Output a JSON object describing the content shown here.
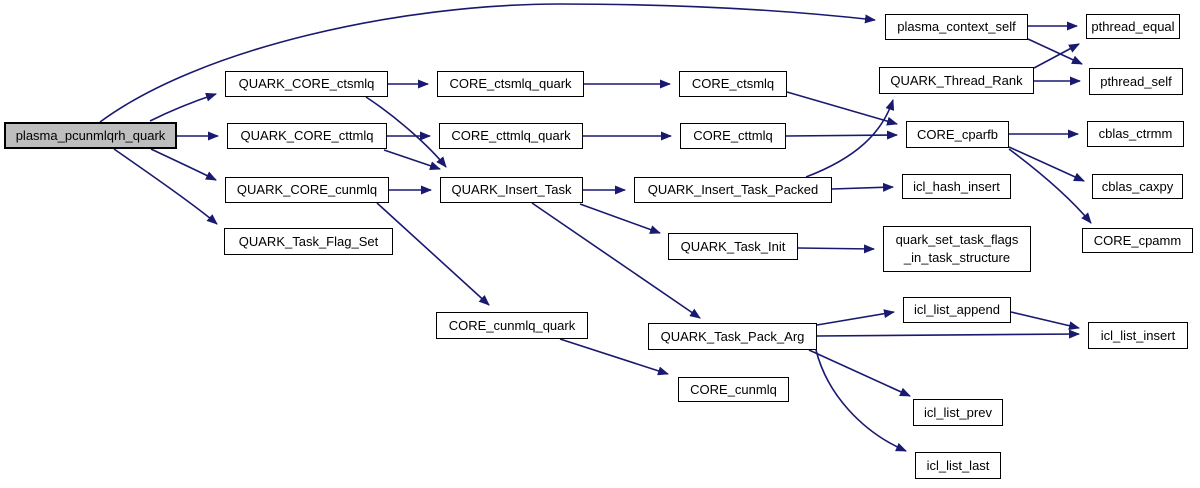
{
  "diagram": {
    "type": "call-graph",
    "background_color": "#ffffff",
    "edge_color": "#191970",
    "node_fill": "#ffffff",
    "node_border_color": "#000000",
    "root_node_fill": "#bebebe",
    "nodes": [
      {
        "id": "plasma_pcunmlqrh_quark",
        "label": "plasma_pcunmlqrh_quark",
        "root": true
      },
      {
        "id": "QUARK_CORE_ctsmlq",
        "label": "QUARK_CORE_ctsmlq"
      },
      {
        "id": "QUARK_CORE_cttmlq",
        "label": "QUARK_CORE_cttmlq"
      },
      {
        "id": "QUARK_CORE_cunmlq",
        "label": "QUARK_CORE_cunmlq"
      },
      {
        "id": "QUARK_Task_Flag_Set",
        "label": "QUARK_Task_Flag_Set"
      },
      {
        "id": "CORE_ctsmlq_quark",
        "label": "CORE_ctsmlq_quark"
      },
      {
        "id": "CORE_cttmlq_quark",
        "label": "CORE_cttmlq_quark"
      },
      {
        "id": "QUARK_Insert_Task",
        "label": "QUARK_Insert_Task"
      },
      {
        "id": "CORE_cunmlq_quark",
        "label": "CORE_cunmlq_quark"
      },
      {
        "id": "CORE_ctsmlq",
        "label": "CORE_ctsmlq"
      },
      {
        "id": "CORE_cttmlq",
        "label": "CORE_cttmlq"
      },
      {
        "id": "QUARK_Insert_Task_Packed",
        "label": "QUARK_Insert_Task_Packed"
      },
      {
        "id": "QUARK_Task_Init",
        "label": "QUARK_Task_Init"
      },
      {
        "id": "QUARK_Task_Pack_Arg",
        "label": "QUARK_Task_Pack_Arg"
      },
      {
        "id": "CORE_cunmlq",
        "label": "CORE_cunmlq"
      },
      {
        "id": "plasma_context_self",
        "label": "plasma_context_self"
      },
      {
        "id": "QUARK_Thread_Rank",
        "label": "QUARK_Thread_Rank"
      },
      {
        "id": "CORE_cparfb",
        "label": "CORE_cparfb"
      },
      {
        "id": "icl_hash_insert",
        "label": "icl_hash_insert"
      },
      {
        "id": "quark_set_task_flags_in_task_structure",
        "label": "quark_set_task_flags\n_in_task_structure"
      },
      {
        "id": "icl_list_append",
        "label": "icl_list_append"
      },
      {
        "id": "icl_list_prev",
        "label": "icl_list_prev"
      },
      {
        "id": "icl_list_last",
        "label": "icl_list_last"
      },
      {
        "id": "pthread_equal",
        "label": "pthread_equal"
      },
      {
        "id": "pthread_self",
        "label": "pthread_self"
      },
      {
        "id": "cblas_ctrmm",
        "label": "cblas_ctrmm"
      },
      {
        "id": "cblas_caxpy",
        "label": "cblas_caxpy"
      },
      {
        "id": "CORE_cpamm",
        "label": "CORE_cpamm"
      },
      {
        "id": "icl_list_insert",
        "label": "icl_list_insert"
      }
    ],
    "edges": [
      {
        "from": "plasma_pcunmlqrh_quark",
        "to": "plasma_context_self"
      },
      {
        "from": "plasma_pcunmlqrh_quark",
        "to": "QUARK_CORE_ctsmlq"
      },
      {
        "from": "plasma_pcunmlqrh_quark",
        "to": "QUARK_CORE_cttmlq"
      },
      {
        "from": "plasma_pcunmlqrh_quark",
        "to": "QUARK_CORE_cunmlq"
      },
      {
        "from": "plasma_pcunmlqrh_quark",
        "to": "QUARK_Task_Flag_Set"
      },
      {
        "from": "QUARK_CORE_ctsmlq",
        "to": "CORE_ctsmlq_quark"
      },
      {
        "from": "QUARK_CORE_ctsmlq",
        "to": "QUARK_Insert_Task"
      },
      {
        "from": "QUARK_CORE_cttmlq",
        "to": "CORE_cttmlq_quark"
      },
      {
        "from": "QUARK_CORE_cttmlq",
        "to": "QUARK_Insert_Task"
      },
      {
        "from": "QUARK_CORE_cunmlq",
        "to": "QUARK_Insert_Task"
      },
      {
        "from": "QUARK_CORE_cunmlq",
        "to": "CORE_cunmlq_quark"
      },
      {
        "from": "CORE_ctsmlq_quark",
        "to": "CORE_ctsmlq"
      },
      {
        "from": "CORE_cttmlq_quark",
        "to": "CORE_cttmlq"
      },
      {
        "from": "CORE_ctsmlq",
        "to": "CORE_cparfb"
      },
      {
        "from": "CORE_cttmlq",
        "to": "CORE_cparfb"
      },
      {
        "from": "QUARK_Insert_Task",
        "to": "QUARK_Insert_Task_Packed"
      },
      {
        "from": "QUARK_Insert_Task",
        "to": "QUARK_Task_Init"
      },
      {
        "from": "QUARK_Insert_Task",
        "to": "QUARK_Task_Pack_Arg"
      },
      {
        "from": "QUARK_Insert_Task_Packed",
        "to": "QUARK_Thread_Rank"
      },
      {
        "from": "QUARK_Insert_Task_Packed",
        "to": "icl_hash_insert"
      },
      {
        "from": "QUARK_Task_Init",
        "to": "quark_set_task_flags_in_task_structure"
      },
      {
        "from": "CORE_cunmlq_quark",
        "to": "CORE_cunmlq"
      },
      {
        "from": "QUARK_Task_Pack_Arg",
        "to": "icl_list_append"
      },
      {
        "from": "QUARK_Task_Pack_Arg",
        "to": "icl_list_insert"
      },
      {
        "from": "QUARK_Task_Pack_Arg",
        "to": "icl_list_prev"
      },
      {
        "from": "QUARK_Task_Pack_Arg",
        "to": "icl_list_last"
      },
      {
        "from": "icl_list_append",
        "to": "icl_list_insert"
      },
      {
        "from": "plasma_context_self",
        "to": "pthread_equal"
      },
      {
        "from": "plasma_context_self",
        "to": "pthread_self"
      },
      {
        "from": "QUARK_Thread_Rank",
        "to": "pthread_equal"
      },
      {
        "from": "QUARK_Thread_Rank",
        "to": "pthread_self"
      },
      {
        "from": "CORE_cparfb",
        "to": "cblas_ctrmm"
      },
      {
        "from": "CORE_cparfb",
        "to": "cblas_caxpy"
      },
      {
        "from": "CORE_cparfb",
        "to": "CORE_cpamm"
      }
    ]
  }
}
